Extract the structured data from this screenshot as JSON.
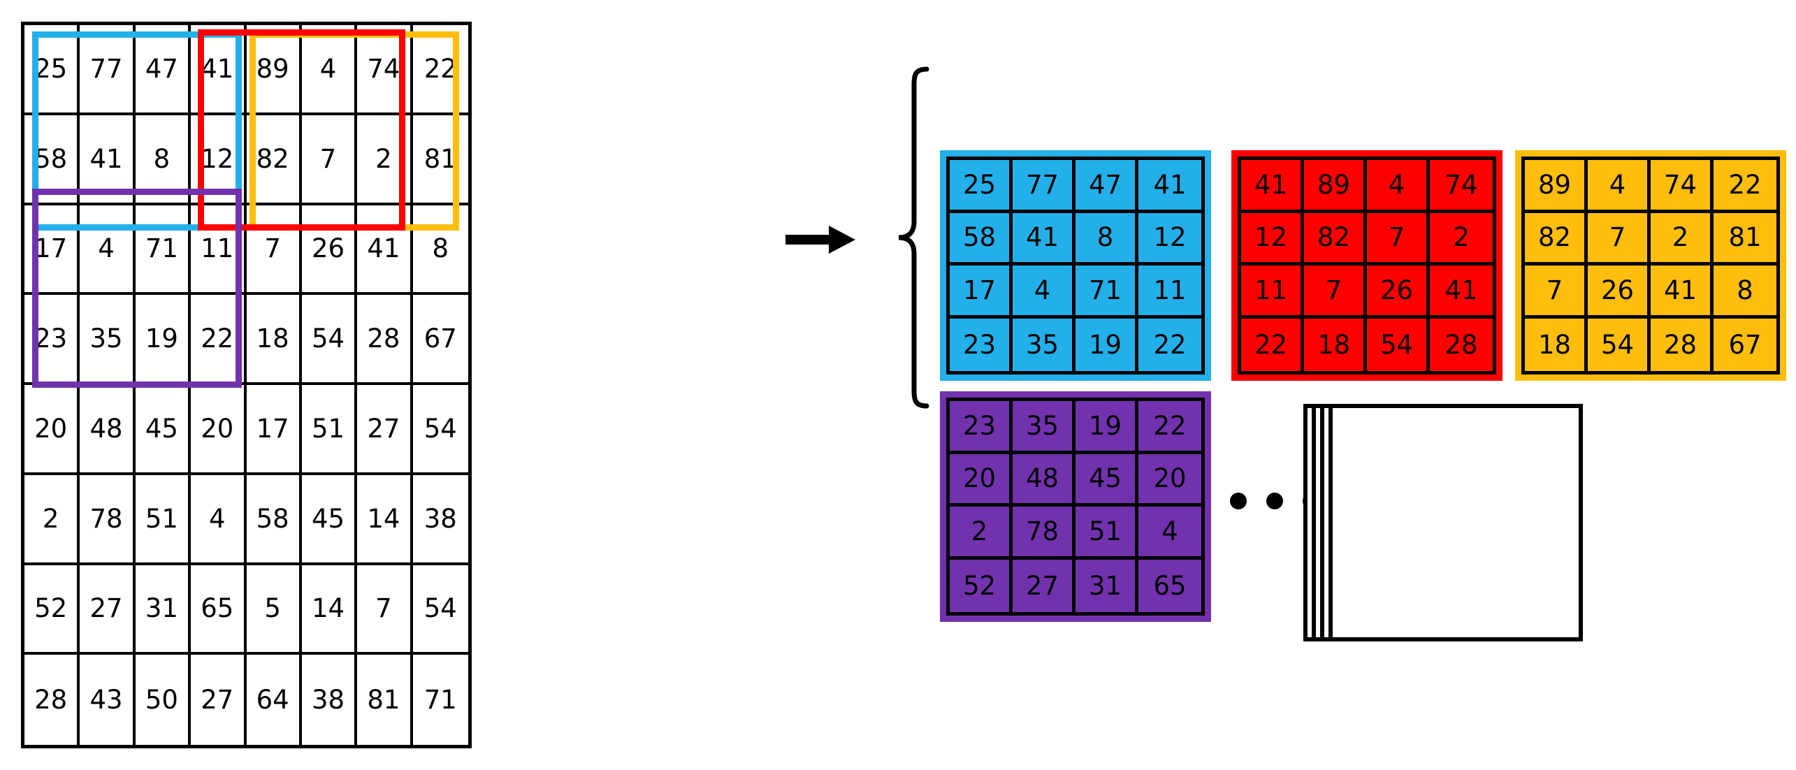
{
  "diagram": {
    "title": "sliding-window-patch-extraction",
    "arrow_glyph": "→",
    "ellipsis_glyph": "• • •"
  },
  "colors": {
    "blue": "#23B0EA",
    "red": "#FF0000",
    "yellow": "#FFBE0D",
    "purple": "#7232AD",
    "black": "#000000",
    "white": "#FFFFFF"
  },
  "chart_data": {
    "type": "table",
    "title": "",
    "source_matrix": {
      "rows": 8,
      "cols": 8,
      "values": [
        [
          25,
          77,
          47,
          41,
          89,
          4,
          74,
          22
        ],
        [
          58,
          41,
          8,
          12,
          82,
          7,
          2,
          81
        ],
        [
          17,
          4,
          71,
          11,
          7,
          26,
          41,
          8
        ],
        [
          23,
          35,
          19,
          22,
          18,
          54,
          28,
          67
        ],
        [
          20,
          48,
          45,
          20,
          17,
          51,
          27,
          54
        ],
        [
          2,
          78,
          51,
          4,
          58,
          45,
          14,
          38
        ],
        [
          52,
          27,
          31,
          65,
          5,
          14,
          7,
          54
        ],
        [
          28,
          43,
          50,
          27,
          64,
          38,
          81,
          71
        ]
      ]
    },
    "selections": [
      {
        "name": "blue",
        "color": "#23B0EA",
        "row_start": 1,
        "row_end": 4,
        "col_start": 1,
        "col_end": 4
      },
      {
        "name": "red",
        "color": "#FF0000",
        "row_start": 1,
        "row_end": 4,
        "col_start": 4,
        "col_end": 7
      },
      {
        "name": "yellow",
        "color": "#FFBE0D",
        "row_start": 1,
        "row_end": 4,
        "col_start": 5,
        "col_end": 8
      },
      {
        "name": "purple",
        "color": "#7232AD",
        "row_start": 4,
        "row_end": 7,
        "col_start": 1,
        "col_end": 4
      }
    ],
    "patches": [
      {
        "name": "blue-patch",
        "color": "#23B0EA",
        "values": [
          [
            25,
            77,
            47,
            41
          ],
          [
            58,
            41,
            8,
            12
          ],
          [
            17,
            4,
            71,
            11
          ],
          [
            23,
            35,
            19,
            22
          ]
        ]
      },
      {
        "name": "red-patch",
        "color": "#FF0000",
        "values": [
          [
            41,
            89,
            4,
            74
          ],
          [
            12,
            82,
            7,
            2
          ],
          [
            11,
            7,
            26,
            41
          ],
          [
            22,
            18,
            54,
            28
          ]
        ]
      },
      {
        "name": "yellow-patch",
        "color": "#FFBE0D",
        "values": [
          [
            89,
            4,
            74,
            22
          ],
          [
            82,
            7,
            2,
            81
          ],
          [
            7,
            26,
            41,
            8
          ],
          [
            18,
            54,
            28,
            67
          ]
        ]
      },
      {
        "name": "purple-patch",
        "color": "#7232AD",
        "values": [
          [
            23,
            35,
            19,
            22
          ],
          [
            20,
            48,
            45,
            20
          ],
          [
            2,
            78,
            51,
            4
          ],
          [
            52,
            27,
            31,
            65
          ]
        ]
      }
    ],
    "empty_stack": {
      "sheets": 4,
      "values": []
    }
  }
}
